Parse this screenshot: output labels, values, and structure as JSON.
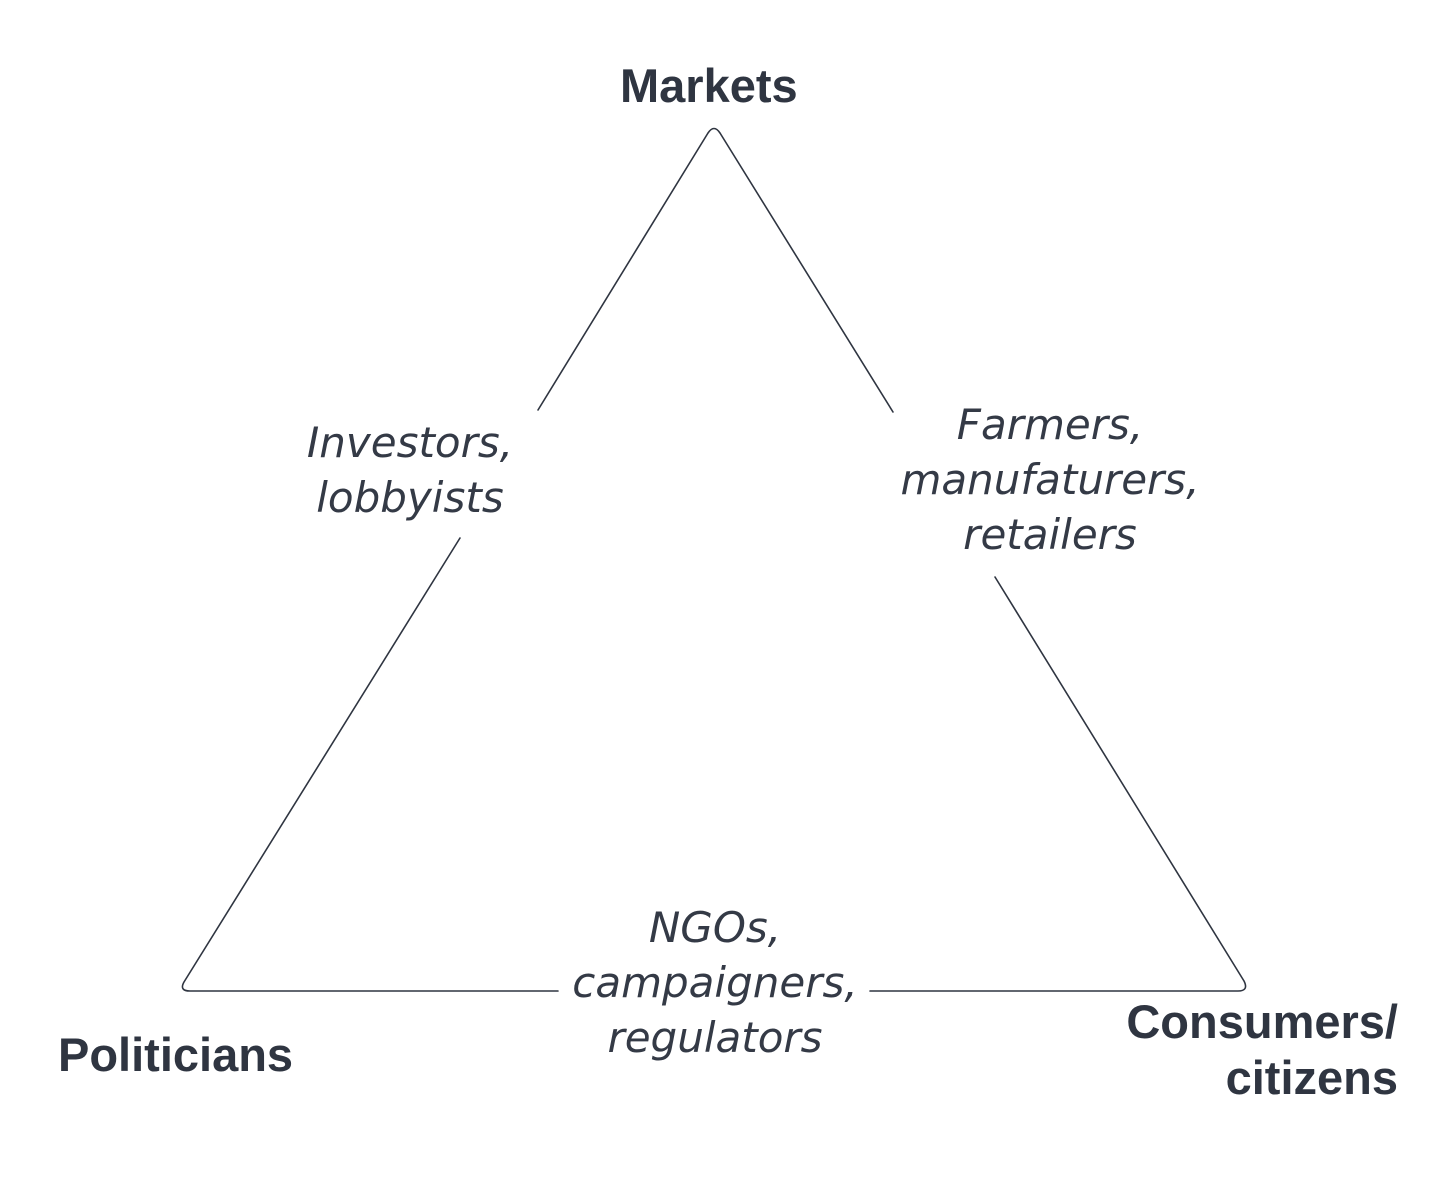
{
  "nodes": {
    "top": {
      "label": "Markets"
    },
    "bottom_left": {
      "label": "Politicians"
    },
    "bottom_right": {
      "label_line1": "Consumers/",
      "label_line2": "citizens"
    }
  },
  "edges": {
    "left": {
      "line1": "Investors,",
      "line2": "lobbyists"
    },
    "right": {
      "line1": "Farmers,",
      "line2": "manufaturers,",
      "line3": "retailers"
    },
    "bottom": {
      "line1": "NGOs,",
      "line2": "campaigners,",
      "line3": "regulators"
    }
  },
  "colors": {
    "text": "#2f3541",
    "line": "#2f3541",
    "background": "#ffffff"
  }
}
